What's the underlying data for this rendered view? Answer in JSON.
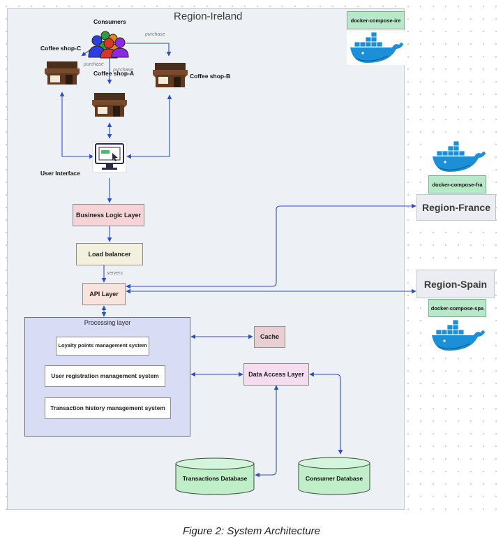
{
  "regions": {
    "ireland": {
      "title": "Region-Ireland",
      "compose": "docker-compose-ire"
    },
    "france": {
      "title": "Region-France",
      "compose": "docker-compose-fra"
    },
    "spain": {
      "title": "Region-Spain",
      "compose": "docker-compose-spa"
    }
  },
  "consumers_label": "Consumers",
  "shops": {
    "a": "Coffee shop-A",
    "b": "Coffee shop-B",
    "c": "Coffee shop-C"
  },
  "edge_labels": {
    "purchase_b": "purchase",
    "purchase_c": "purchase",
    "purchase_a": "purchase",
    "servers": "servers"
  },
  "user_interface": "User Interface",
  "layers": {
    "business_logic": "Business Logic Layer",
    "load_balancer": "Load balancer",
    "api": "API Layer",
    "cache": "Cache",
    "data_access": "Data Access Layer"
  },
  "processing": {
    "title": "Processing layer",
    "systems": [
      "Loyalty points management system",
      "User registration management system",
      "Transaction history management system"
    ]
  },
  "databases": {
    "transactions": "Transactions Database",
    "consumer": "Consumer Database"
  },
  "caption": "Figure 2: System Architecture",
  "colors": {
    "arrow": "#2f4fbf",
    "business_logic_fill": "#f6d3d6",
    "load_balancer_fill": "#f3f0dd",
    "api_fill": "#f8e4dc",
    "cache_fill": "#e9cfd4",
    "data_access_fill": "#f6dcef",
    "processing_fill": "#d8dcf5",
    "database_fill": "#bfeec9",
    "compose_tag": "#b8e7c9",
    "docker_whale": "#1d8fd6"
  }
}
